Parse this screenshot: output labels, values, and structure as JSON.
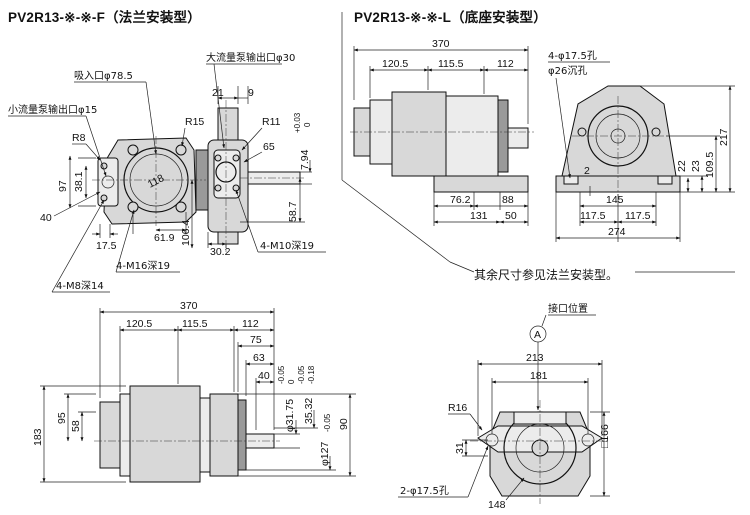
{
  "titles": {
    "flange": "PV2R13-※-※-F（法兰安装型）",
    "base": "PV2R13-※-※-L（底座安装型）",
    "other_dims_note": "其余尺寸参见法兰安装型。"
  },
  "flange_front": {
    "labels": {
      "big_outlet": "大流量泵输出口φ30",
      "inlet": "吸入口φ78.5",
      "small_outlet": "小流量泵输出口φ15",
      "m16": "4-M16深19",
      "m8": "4-M8深14",
      "m10": "4-M10深19"
    },
    "dims": {
      "r8": "R8",
      "r15": "R15",
      "r11": "R11",
      "d21": "21",
      "d9": "9",
      "d65": "65",
      "tol_plus": "+0.03",
      "tol_zero": "0",
      "d794": "7.94",
      "d97": "97",
      "d381": "38.1",
      "d118": "118",
      "d40": "40",
      "d175": "17.5",
      "d619": "61.9",
      "d1064": "106.4",
      "d302": "30.2",
      "d587": "58.7"
    }
  },
  "base_side": {
    "dims": {
      "d370": "370",
      "d1205": "120.5",
      "d1155": "115.5",
      "d112": "112",
      "d762": "76.2",
      "d88": "88",
      "d131": "131",
      "d50": "50"
    }
  },
  "base_front": {
    "labels": {
      "holes": "4-φ17.5孔",
      "counterbore": "φ26沉孔"
    },
    "dims": {
      "d2": "2",
      "d145": "145",
      "d1175a": "117.5",
      "d1175b": "117.5",
      "d274": "274",
      "d217": "217",
      "d1095": "109.5",
      "d22": "22",
      "d23": "23"
    }
  },
  "flange_side": {
    "dims": {
      "d370": "370",
      "d1205": "120.5",
      "d1155": "115.5",
      "d112": "112",
      "d75": "75",
      "d63": "63",
      "d40": "40",
      "d183": "183",
      "d95": "95",
      "d58": "58",
      "d90": "90",
      "shaft_dia": "φ31.75",
      "shaft_tol_a": "-0.05",
      "shaft_tol_b": "0",
      "key_dim": "35.32",
      "key_tol_a": "-0.05",
      "key_tol_b": "-0.18",
      "spigot_dia": "φ127",
      "spigot_tol": "-0.05"
    }
  },
  "flange_end": {
    "labels": {
      "port_pos": "接口位置",
      "port_letter": "A",
      "holes": "2-φ17.5孔"
    },
    "dims": {
      "d213": "213",
      "d181": "181",
      "r16": "R16",
      "d31": "31",
      "d166": "□166",
      "d148": "148"
    }
  }
}
